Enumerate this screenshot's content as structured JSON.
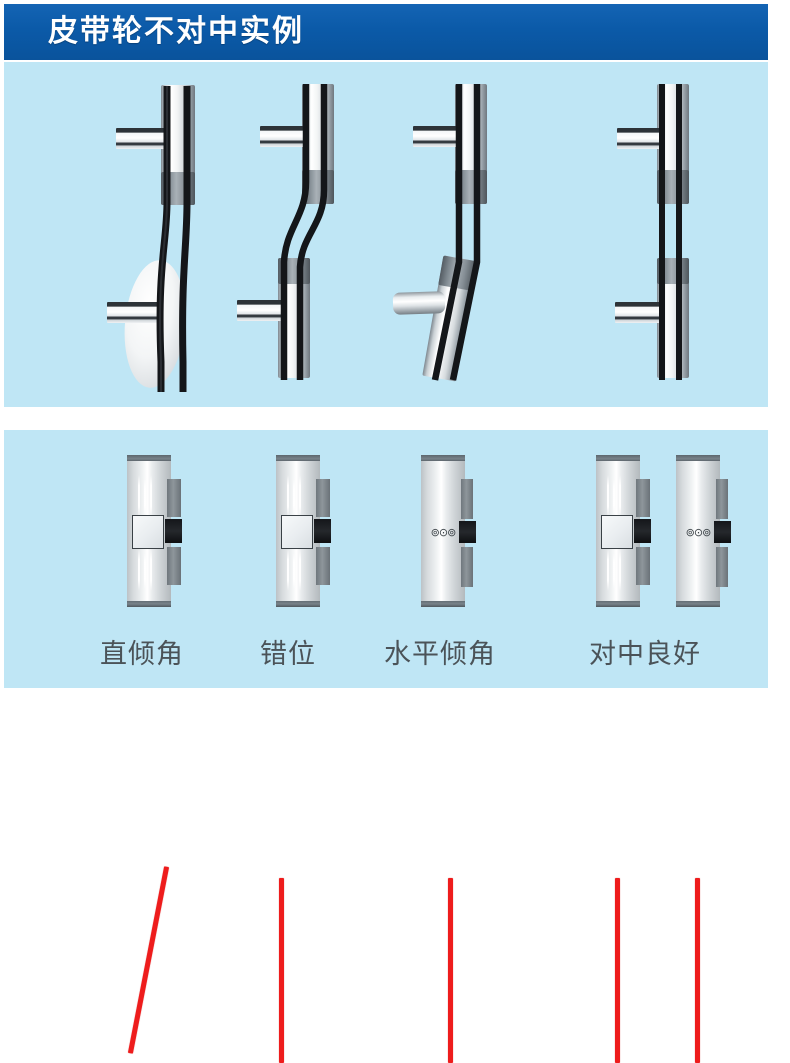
{
  "header": {
    "title": "皮带轮不对中实例",
    "bar_color": "#0b5aa8",
    "text_color": "#ffffff"
  },
  "panels": {
    "background_color": "#bfe6f5",
    "top": {
      "name": "3d-pulley-examples"
    },
    "bottom": {
      "name": "schematic-alignment-examples"
    }
  },
  "colors": {
    "red_line": "#ee1c1c",
    "caption_text": "#4b5358",
    "metal_light": "#ffffff",
    "metal_dark": "#4e565c"
  },
  "top_examples": [
    {
      "id": "angular-vertical",
      "kind": "angular misalignment (tilted lower pulley)"
    },
    {
      "id": "parallel-offset",
      "kind": "parallel offset misalignment"
    },
    {
      "id": "horizontal-twist",
      "kind": "horizontal angular misalignment"
    },
    {
      "id": "aligned",
      "kind": "correct alignment"
    }
  ],
  "bottom_examples": [
    {
      "id": "straight-tilt",
      "caption": "直倾角",
      "line": "diagonal"
    },
    {
      "id": "offset",
      "caption": "错位",
      "line": "vertical-offset"
    },
    {
      "id": "horizontal-tilt",
      "caption": "水平倾角",
      "line": "vertical-edge"
    },
    {
      "id": "good-alignment",
      "caption": "对中良好",
      "line": "vertical-centered"
    }
  ],
  "captions": {
    "c1": "直倾角",
    "c2": "错位",
    "c3": "水平倾角",
    "c4": "对中良好"
  }
}
